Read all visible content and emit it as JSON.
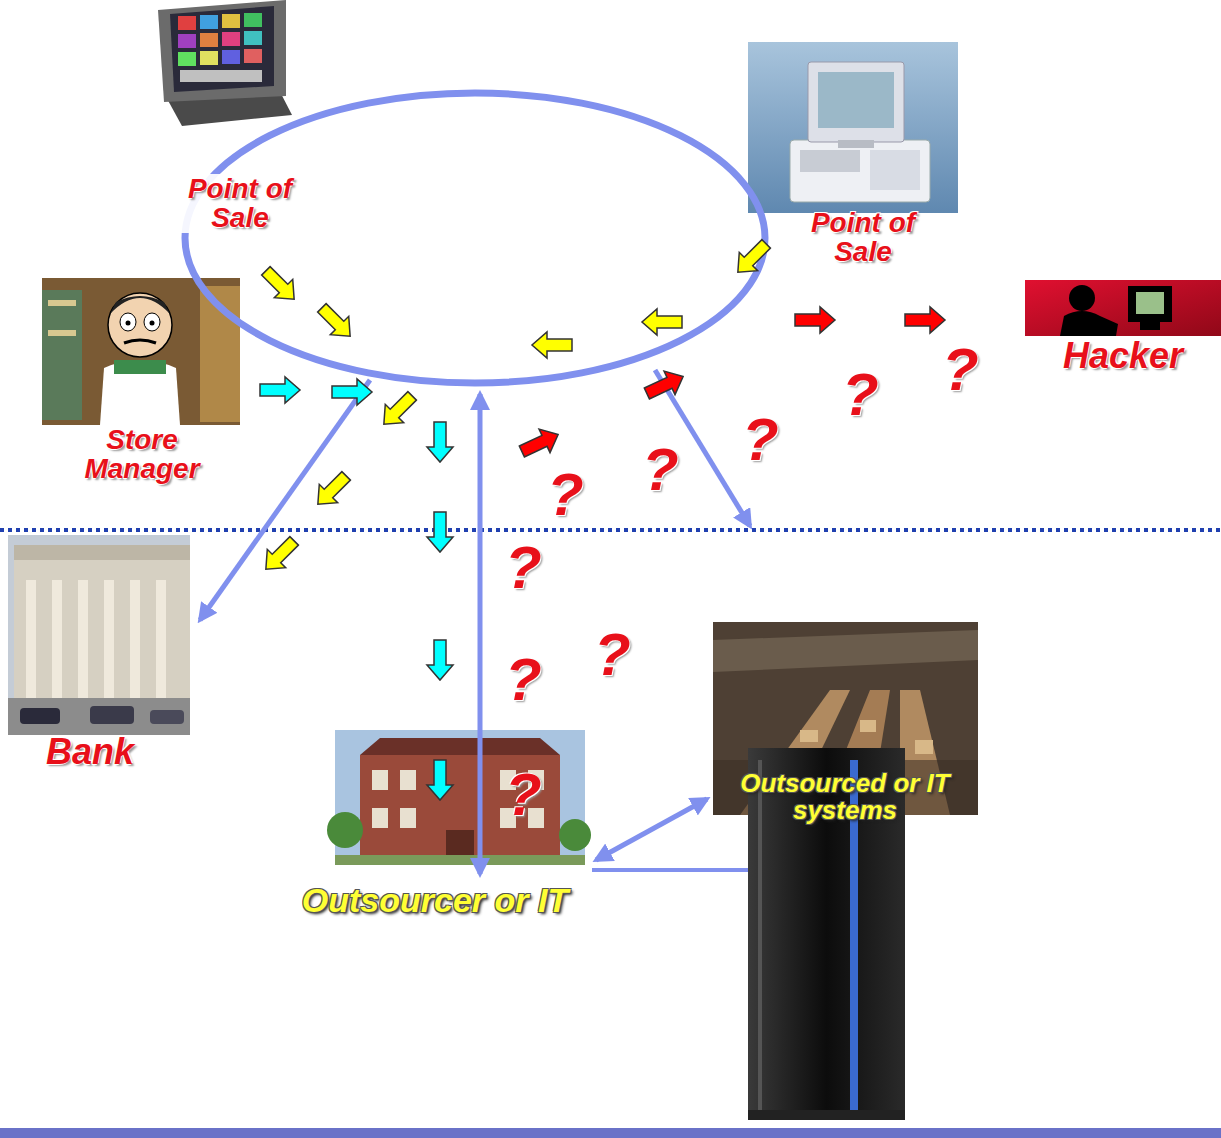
{
  "diagram": {
    "nodes": [
      {
        "text": [
          "Point of Sale"
        ]
      },
      {
        "text": [
          "Point of Sale"
        ]
      },
      {
        "text": [
          "Hacker"
        ]
      },
      {
        "text": [
          "Store Manager"
        ]
      },
      {
        "text": [
          "Bank"
        ]
      },
      {
        "text": [
          "Outsourced or IT systems"
        ]
      },
      {
        "text": [
          "Outsourcer or IT"
        ]
      }
    ],
    "edges": [
      {
        "from": 6,
        "to": 5,
        "arrow": "both"
      }
    ],
    "labels": [
      "?",
      "?",
      "?",
      "?",
      "?",
      "?",
      "?",
      "?",
      "?"
    ]
  }
}
